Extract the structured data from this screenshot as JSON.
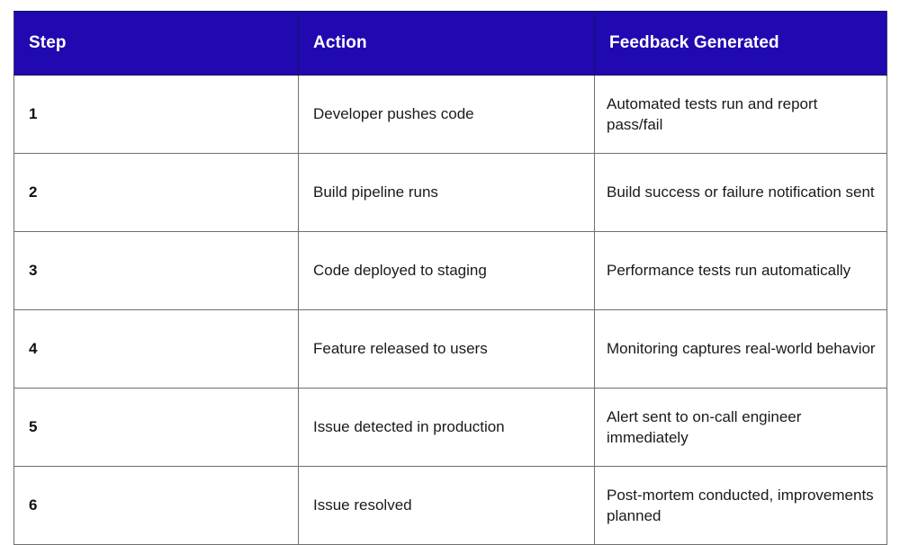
{
  "table": {
    "accent_color": "#2009B0",
    "header_text_color": "#FFFFFF",
    "body_text_color": "#1A1A1A",
    "border_color": "#6F6F6F",
    "columns": [
      {
        "key": "step",
        "label": "Step"
      },
      {
        "key": "action",
        "label": "Action"
      },
      {
        "key": "feedback",
        "label": "Feedback Generated"
      }
    ],
    "rows": [
      {
        "step": "1",
        "action": "Developer pushes code",
        "feedback": "Automated tests run and report pass/fail"
      },
      {
        "step": "2",
        "action": "Build pipeline runs",
        "feedback": "Build success or failure notification sent"
      },
      {
        "step": "3",
        "action": "Code deployed to staging",
        "feedback": "Performance tests run automatically"
      },
      {
        "step": "4",
        "action": "Feature released to users",
        "feedback": "Monitoring captures real-world behavior"
      },
      {
        "step": "5",
        "action": "Issue detected in production",
        "feedback": "Alert sent to on-call engineer immediately"
      },
      {
        "step": "6",
        "action": "Issue resolved",
        "feedback": "Post-mortem conducted, improvements planned"
      }
    ]
  }
}
